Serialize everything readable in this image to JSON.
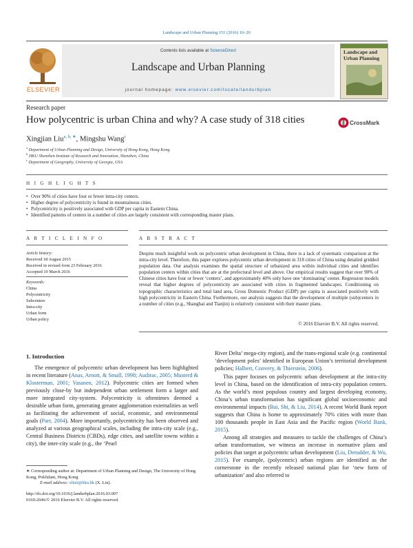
{
  "header": {
    "citation": "Landscape and Urban Planning 151 (2016) 10–20",
    "contents_prefix": "Contents lists available at ",
    "contents_link": "ScienceDirect",
    "journal_name": "Landscape and Urban Planning",
    "homepage_label": "journal homepage: ",
    "homepage_url": "www.elsevier.com/locate/landurbplan",
    "publisher": "ELSEVIER",
    "cover_title": "Landscape and Urban Planning",
    "crossmark": "CrossMark"
  },
  "article": {
    "type": "Research paper",
    "title": "How polycentric is urban China and why? A case study of 318 cities",
    "authors": [
      {
        "name": "Xingjian Liu",
        "sup": "a, b, ∗"
      },
      {
        "name": "Mingshu Wang",
        "sup": "c"
      }
    ],
    "affiliations": [
      {
        "sup": "a",
        "text": "Department of Urban Planning and Design, University of Hong Kong, Hong Kong"
      },
      {
        "sup": "b",
        "text": "HKU Shenzhen Institute of Research and Innovation, Shenzhen, China"
      },
      {
        "sup": "c",
        "text": "Department of Geography, University of Georgia, USA"
      }
    ]
  },
  "highlights": {
    "label": "H I G H L I G H T S",
    "items": [
      "Over 90% of cities have four or fewer intra-city centers.",
      "Higher degree of polycentricity is found in mountainous cities.",
      "Polycentricity is positively associated with GDP per capita in Eastern China.",
      "Identified patterns of centers in a number of cities are largely consistent with corresponding master plans."
    ]
  },
  "article_info": {
    "label": "A R T I C L E   I N F O",
    "history_label": "Article history:",
    "history": [
      "Received 18 August 2015",
      "Received in revised form 23 February 2016",
      "Accepted 10 March 2016"
    ],
    "keywords_label": "Keywords:",
    "keywords": [
      "China",
      "Polycentricity",
      "Subcenters",
      "Intra-city",
      "Urban form",
      "Urban policy"
    ]
  },
  "abstract": {
    "label": "A B S T R A C T",
    "text": "Despite much insightful work on polycentric urban development in China, there is a lack of systematic comparison at the intra-city level. Therefore, this paper explores polycentric urban development in 318 cities of China using detailed gridded population data. Our analysis examines the spatial structure of urbanized area within individual cities and identifies population centers within cities that are at the prefectural level and above. Our empirical results suggest that over 90% of Chinese cities have four or fewer ‘centers’, and approximately 40% only have one ‘dominating’ center. Regression models reveal that higher degrees of polycentricity are associated with cities in fragmented landscapes. Conditioning on topographic characteristics and total land area, Gross Domestic Product (GDP) per capita is associated positively with high polycentricity in Eastern China. Furthermore, our analysis suggests that the development of multiple (sub)centers in a number of cities (e.g., Shanghai and Tianjin) is relatively consistent with their master plans.",
    "copyright": "© 2016 Elsevier B.V. All rights reserved."
  },
  "body": {
    "section_heading": "1.  Introduction",
    "left_para1_a": "The emergence of polycentric urban development has been highlighted in recent literature (",
    "left_cite1": "Anas, Arnott, & Small, 1998; Audirac, 2005; Musterd & Klosterman, 2001; Vasanen, 2012",
    "left_para1_b": "). Polycentric cities are formed when previously close-by but independent urban settlement form a larger and more integrated city-system. Polycentricity is oftentimes deemed a desirable urban form, generating greater agglomeration externalities as well as facilitating the achievement of social, economic, and environmental goals (",
    "left_cite2": "Parr, 2004",
    "left_para1_c": "). More importantly, polycentricity has been observed and analyzed at various geographical scales, including the intra-city scale (e.g., Central Business Districts (CBDs), edge cities, and satellite towns within a city), the inter-city scale (e.g., the ‘Pearl",
    "right_para1_a": "River Delta’ mega-city region), and the trans-regional scale (e.g. continental ‘development poles’ identified in European Union’s territorial development policies; ",
    "right_cite1": "Halbert, Convery, & Thierstein, 2006",
    "right_para1_b": ").",
    "right_para2_a": "This paper focuses on polycentric urban development at the intra-city level in China, based on the identification of intra-city population centers. As the world’s most populous country and largest developing economy, China’s urban transformation has significant global socioeconomic and environmental impacts (",
    "right_cite2": "Bai, Shi, & Liu, 2014",
    "right_para2_b": "). A recent World Bank report suggests that China is home to approximately 70% cities with more than 100 thousands people in East Asia and the Pacific region (",
    "right_cite3": "World Bank, 2015",
    "right_para2_c": ").",
    "right_para3_a": "Among all strategies and measures to tackle the challenges of China’s urban transformation, we witness an increase in normative plans and policies that target at polycentric urban development (",
    "right_cite4": "Liu, Derudder, & Wu, 2015",
    "right_para3_b": "). For example, (polycentric) urban regions are identified as the cornerstone in the recently released national plan for ‘new form of urbanization’ and also referred to"
  },
  "footnote": {
    "corresponding": "∗  Corresponding author at: Department of Urban Planning and Design, The University of Hong Kong, Pokfulam, Hong Kong",
    "email_label": "E-mail address: ",
    "email": "xliu6@hku.hk",
    "email_suffix": " (X. Liu).",
    "doi": "http://dx.doi.org/10.1016/j.landurbplan.2016.03.007",
    "issn": "0169-2046/© 2016 Elsevier B.V. All rights reserved."
  },
  "colors": {
    "link": "#1d6fa8",
    "elsevier_orange": "#e9711c",
    "crossmark_red": "#c8102e"
  }
}
